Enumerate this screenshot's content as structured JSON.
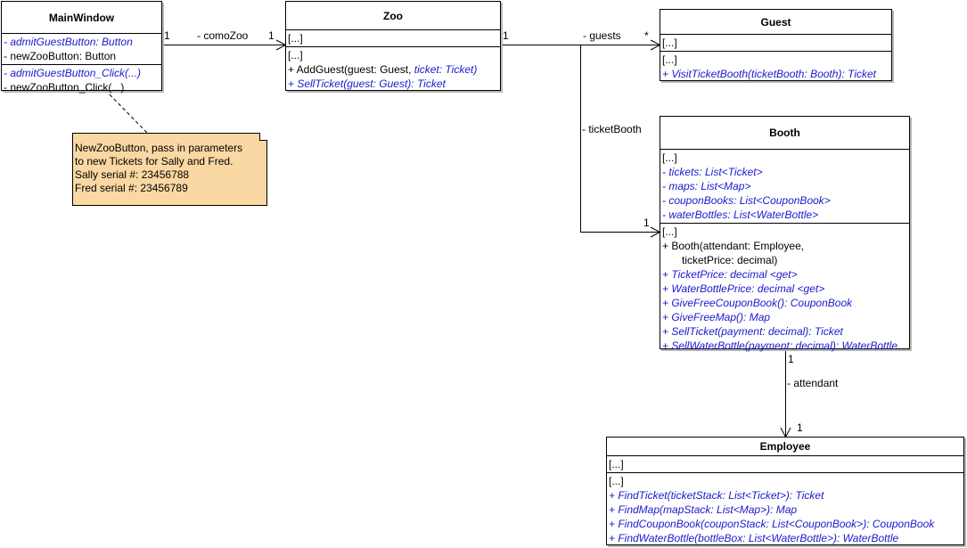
{
  "classes": {
    "main_window": {
      "name": "MainWindow",
      "attributes": [
        {
          "text": "- admitGuestButton: Button",
          "italic": true
        },
        {
          "text": "- newZooButton: Button",
          "italic": false
        }
      ],
      "operations": [
        {
          "text": "- admitGuestButton_Click(...)",
          "italic": true
        },
        {
          "text": "- newZooButton_Click(...)",
          "italic": false
        }
      ]
    },
    "zoo": {
      "name": "Zoo",
      "attributes": [
        {
          "text": "[...]"
        }
      ],
      "operations": [
        {
          "text": "[...]"
        },
        {
          "normal": "+ AddGuest(guest: Guest, ",
          "italic": "ticket: Ticket)"
        },
        {
          "text": "+ SellTicket(guest: Guest): Ticket",
          "italic": true
        }
      ]
    },
    "guest": {
      "name": "Guest",
      "attributes": [
        {
          "text": "[...]"
        }
      ],
      "operations": [
        {
          "text": "[...]"
        },
        {
          "text": "+ VisitTicketBooth(ticketBooth: Booth): Ticket",
          "italic": true
        }
      ]
    },
    "booth": {
      "name": "Booth",
      "attributes": [
        {
          "text": "[...]"
        },
        {
          "text": "- tickets: List<Ticket>",
          "italic": true
        },
        {
          "text": "- maps: List<Map>",
          "italic": true
        },
        {
          "text": "- couponBooks: List<CouponBook>",
          "italic": true
        },
        {
          "text": "- waterBottles: List<WaterBottle>",
          "italic": true
        }
      ],
      "operations": [
        {
          "text": "[...]"
        },
        {
          "text": "+ Booth(attendant: Employee,"
        },
        {
          "text": "ticketPrice: decimal)",
          "indent": true
        },
        {
          "text": "+ TicketPrice: decimal <get>",
          "italic": true
        },
        {
          "text": "+ WaterBottlePrice: decimal <get>",
          "italic": true
        },
        {
          "text": "+ GiveFreeCouponBook(): CouponBook",
          "italic": true
        },
        {
          "text": "+ GiveFreeMap(): Map",
          "italic": true
        },
        {
          "text": "+ SellTicket(payment: decimal): Ticket",
          "italic": true
        },
        {
          "text": "+ SellWaterBottle(payment: decimal): WaterBottle",
          "italic": true
        }
      ]
    },
    "employee": {
      "name": "Employee",
      "attributes": [
        {
          "text": "[...]"
        }
      ],
      "operations": [
        {
          "text": "[...]"
        },
        {
          "text": "+ FindTicket(ticketStack: List<Ticket>): Ticket",
          "italic": true
        },
        {
          "text": "+ FindMap(mapStack: List<Map>): Map",
          "italic": true
        },
        {
          "text": "+ FindCouponBook(couponStack: List<CouponBook>): CouponBook",
          "italic": true
        },
        {
          "text": "+ FindWaterBottle(bottleBox: List<WaterBottle>): WaterBottle",
          "italic": true
        }
      ]
    }
  },
  "note": {
    "lines": [
      "NewZooButton, pass in parameters",
      "to new Tickets for Sally and Fred.",
      "Sally serial #: 23456788",
      "Fred serial #: 23456789"
    ]
  },
  "associations": {
    "como_zoo": {
      "role": "- comoZoo",
      "source_mult": "1",
      "target_mult": "1"
    },
    "guests": {
      "role": "- guests",
      "source_mult": "1",
      "target_mult": "*"
    },
    "ticket_booth": {
      "role": "- ticketBooth",
      "target_mult": "1"
    },
    "attendant": {
      "role": "- attendant",
      "source_mult": "1",
      "target_mult": "1"
    }
  },
  "colors": {
    "italic_member": "#1a1acc",
    "note_fill": "#fad8a3",
    "line": "#000000",
    "shadow": "#b8b8b8"
  }
}
